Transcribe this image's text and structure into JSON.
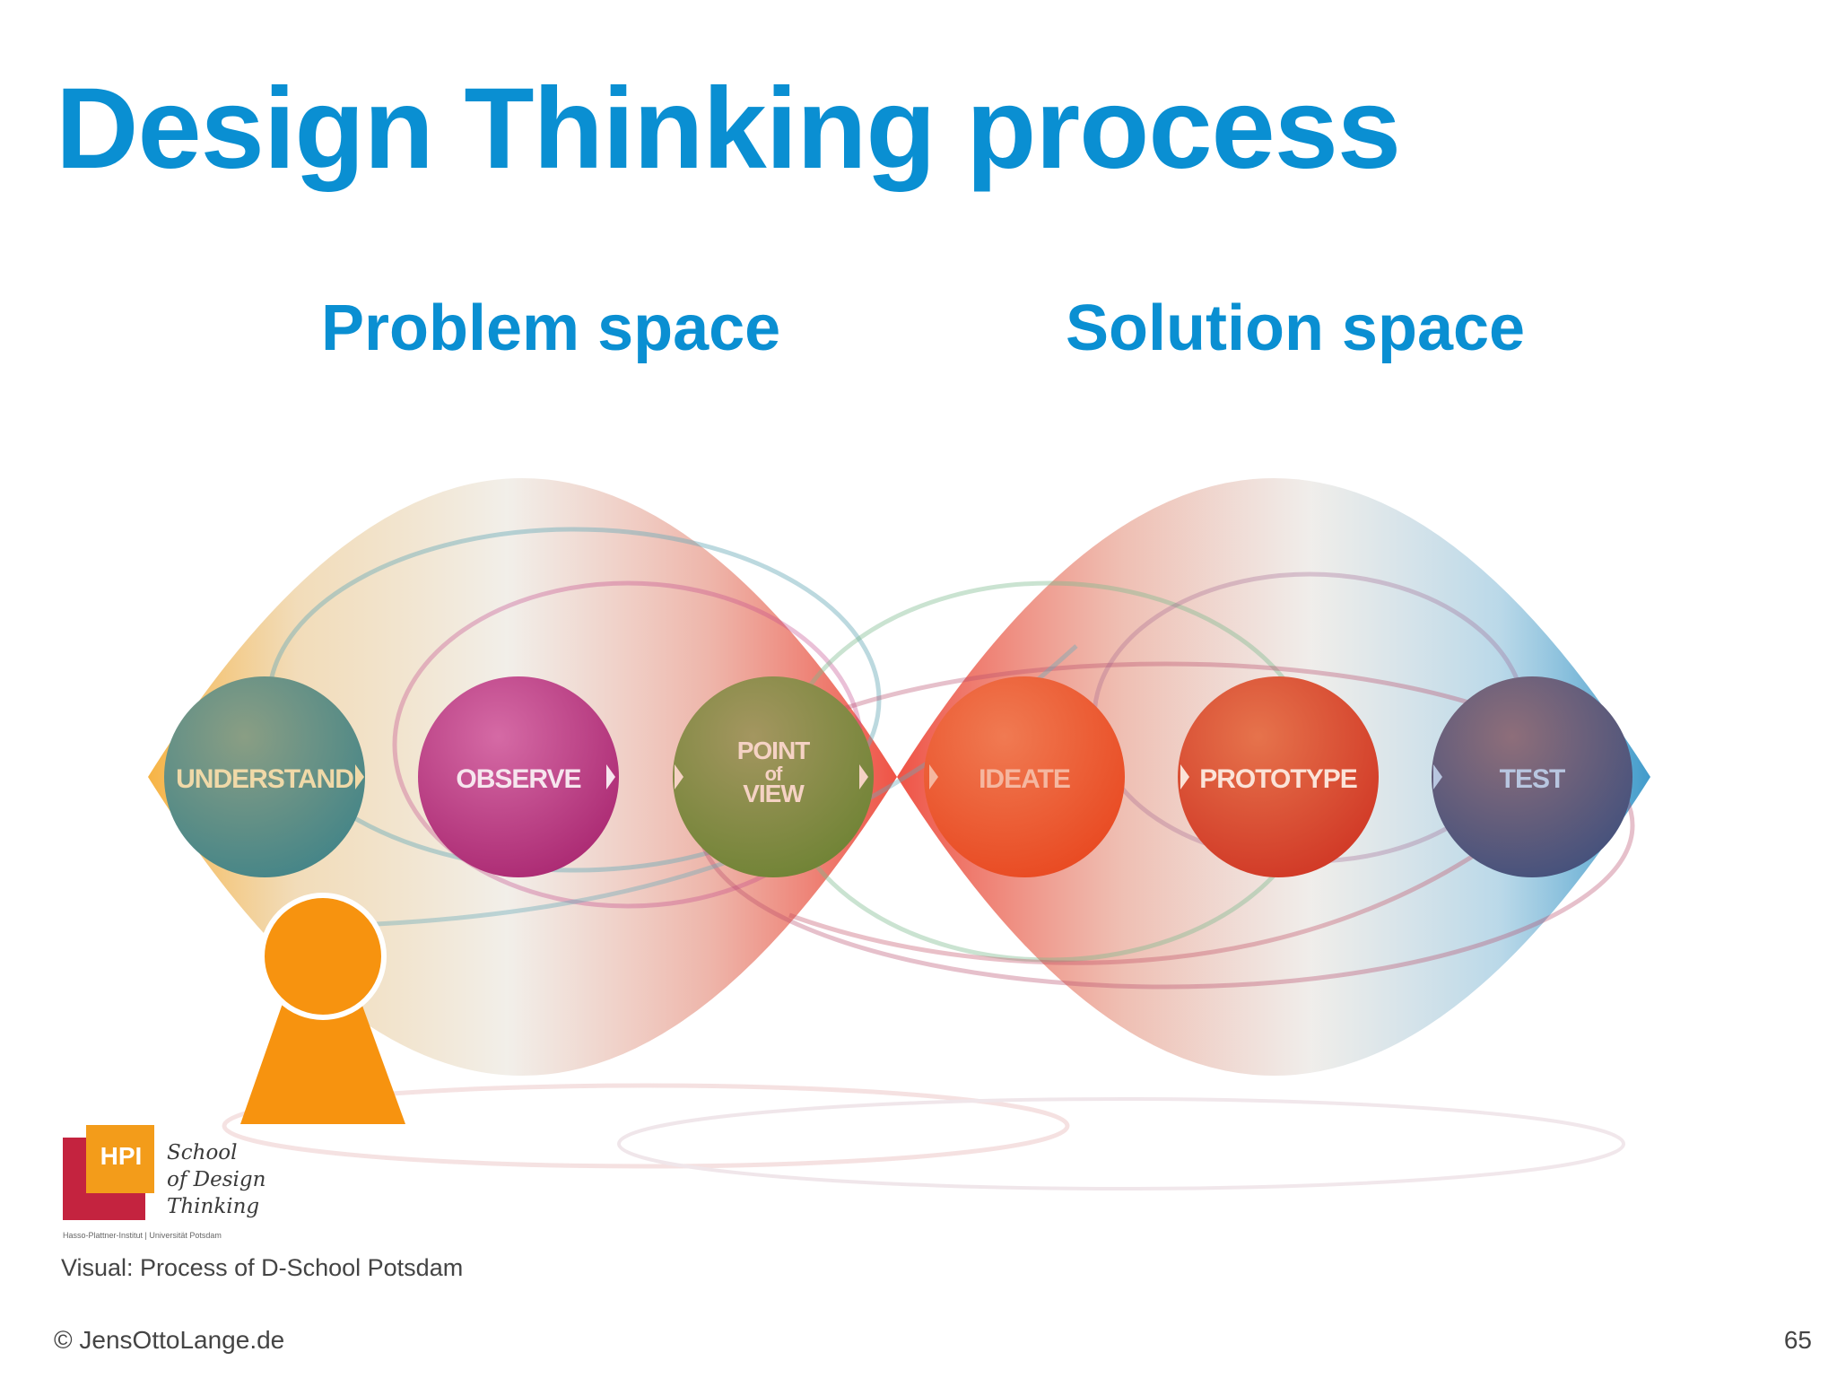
{
  "title": "Design Thinking process",
  "spaces": {
    "problem": "Problem space",
    "solution": "Solution space"
  },
  "steps": [
    {
      "label": "UNDERSTAND",
      "color": "#4f8c87"
    },
    {
      "label": "OBSERVE",
      "color": "#b6377f"
    },
    {
      "label": "POINT of VIEW",
      "color": "#7b8a3d"
    },
    {
      "label": "IDEATE",
      "color": "#ea5325"
    },
    {
      "label": "PROTOTYPE",
      "color": "#d8452c"
    },
    {
      "label": "TEST",
      "color": "#5b567a"
    }
  ],
  "colors": {
    "accent": "#0a8fd2",
    "person": "#f7930f",
    "logo_red": "#c4233f",
    "logo_orange": "#f39c1a"
  },
  "logo": {
    "badge": "HPI",
    "school_line1": "School",
    "school_line2": "of Design",
    "school_line3": "Thinking",
    "fineprint": "Hasso-Plattner-Institut | Universität Potsdam"
  },
  "caption": "Visual: Process of D-School Potsdam",
  "footer": {
    "copyright": "© JensOttoLange.de",
    "page": "65"
  }
}
